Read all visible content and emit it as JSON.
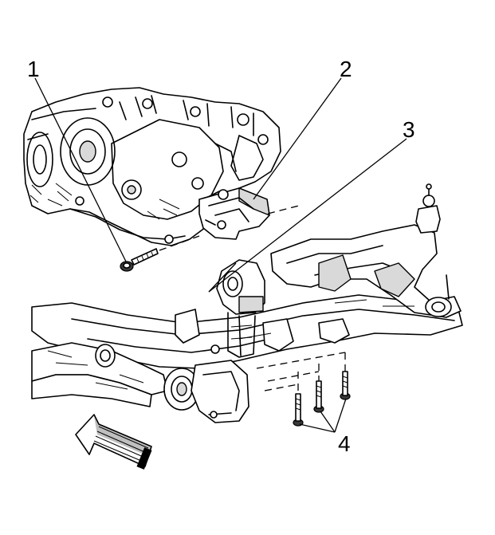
{
  "callouts": {
    "c1": "1",
    "c2": "2",
    "c3": "3",
    "c4": "4"
  },
  "icons": {
    "direction_arrow": "front-direction-arrow-icon"
  }
}
